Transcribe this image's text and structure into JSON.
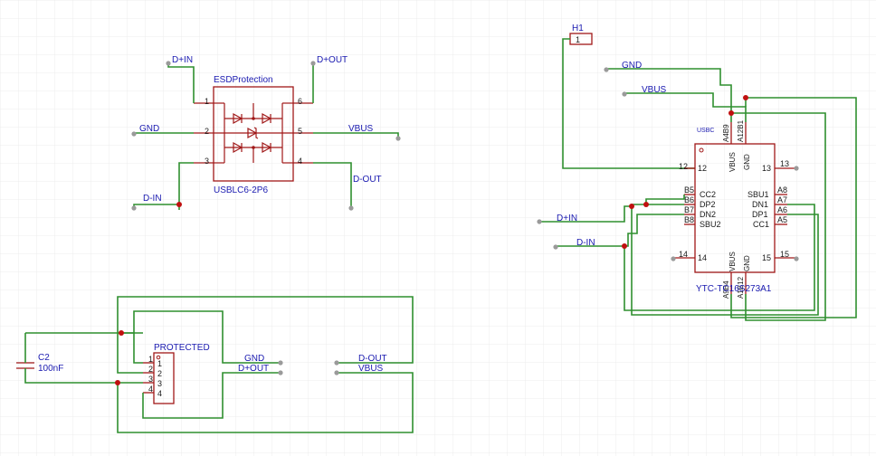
{
  "nets": {
    "dplus_in_top": "D+IN",
    "dplus_out_top": "D+OUT",
    "gnd_left": "GND",
    "vbus_right": "VBUS",
    "dminus_in": "D-IN",
    "dminus_out": "D-OUT",
    "gnd_usb": "GND",
    "vbus_usb": "VBUS",
    "dplus_in_usb": "D+IN",
    "dminus_in_usb": "D-IN",
    "gnd_conn": "GND",
    "dplus_out_conn": "D+OUT",
    "dminus_out_conn": "D-OUT",
    "vbus_conn": "VBUS"
  },
  "esd": {
    "designator": "ESDProtection",
    "part": "USBLC6-2P6",
    "pins": [
      "1",
      "2",
      "3",
      "4",
      "5",
      "6"
    ]
  },
  "header": {
    "designator": "H1",
    "pin": "1"
  },
  "usbc": {
    "small_label": "USBC",
    "part": "YTC-TC16S273A1",
    "top_pins": [
      "A4B9",
      "A12B1"
    ],
    "top_labels": [
      "VBUS",
      "GND"
    ],
    "bottom_pins": [
      "A9B4",
      "A1B12"
    ],
    "bottom_labels": [
      "VBUS",
      "GND"
    ],
    "left_pins": [
      {
        "num": "12",
        "label": ""
      },
      {
        "num": "B5",
        "label": "CC2"
      },
      {
        "num": "B6",
        "label": "DP2"
      },
      {
        "num": "B7",
        "label": "DN2"
      },
      {
        "num": "B8",
        "label": "SBU2"
      },
      {
        "num": "14",
        "label": ""
      }
    ],
    "right_pins": [
      {
        "num": "13",
        "label": ""
      },
      {
        "num": "A8",
        "label": "SBU1"
      },
      {
        "num": "A7",
        "label": "DN1"
      },
      {
        "num": "A6",
        "label": "DP1"
      },
      {
        "num": "A5",
        "label": "CC1"
      },
      {
        "num": "15",
        "label": ""
      }
    ]
  },
  "cap": {
    "designator": "C2",
    "value": "100nF"
  },
  "conn": {
    "designator": "PROTECTED",
    "pins": [
      "1",
      "2",
      "3",
      "4"
    ]
  },
  "colors": {
    "wire": "#2f8f2f",
    "symbol": "#a01818",
    "net_label": "#1a1ab0",
    "junction": "#c01010"
  }
}
